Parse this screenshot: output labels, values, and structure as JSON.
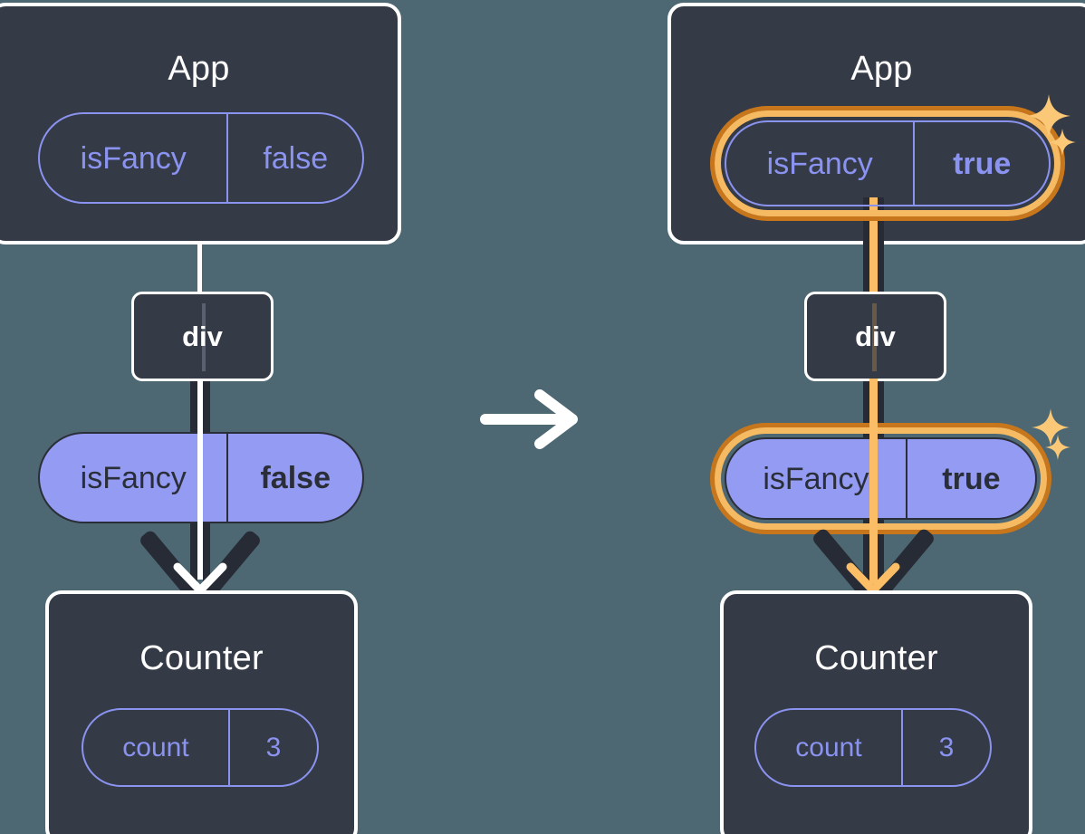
{
  "diagram": {
    "type": "react-state-propagation",
    "background_color": "#4d6873",
    "accent_highlight_color": "#f6bb62",
    "accent_highlight_outer_color": "#c8761b",
    "pill_fill_color": "#949bf2",
    "pill_outline_color": "#8b93f0",
    "box_fill_color": "#343a46",
    "box_border_color": "#ffffff",
    "transition_arrow": {
      "name": "transition-arrow",
      "direction": "right",
      "color": "#ffffff"
    }
  },
  "before": {
    "app": {
      "title": "App",
      "pill": {
        "key": "isFancy",
        "value": "false",
        "highlighted": false
      }
    },
    "div": {
      "label": "div"
    },
    "prop_pill": {
      "key": "isFancy",
      "value": "false",
      "highlighted": false
    },
    "counter": {
      "title": "Counter",
      "pill": {
        "key": "count",
        "value": "3",
        "highlighted": false
      }
    }
  },
  "after": {
    "app": {
      "title": "App",
      "pill": {
        "key": "isFancy",
        "value": "true",
        "highlighted": true
      }
    },
    "div": {
      "label": "div"
    },
    "prop_pill": {
      "key": "isFancy",
      "value": "true",
      "highlighted": true
    },
    "counter": {
      "title": "Counter",
      "pill": {
        "key": "count",
        "value": "3",
        "highlighted": false
      }
    }
  }
}
